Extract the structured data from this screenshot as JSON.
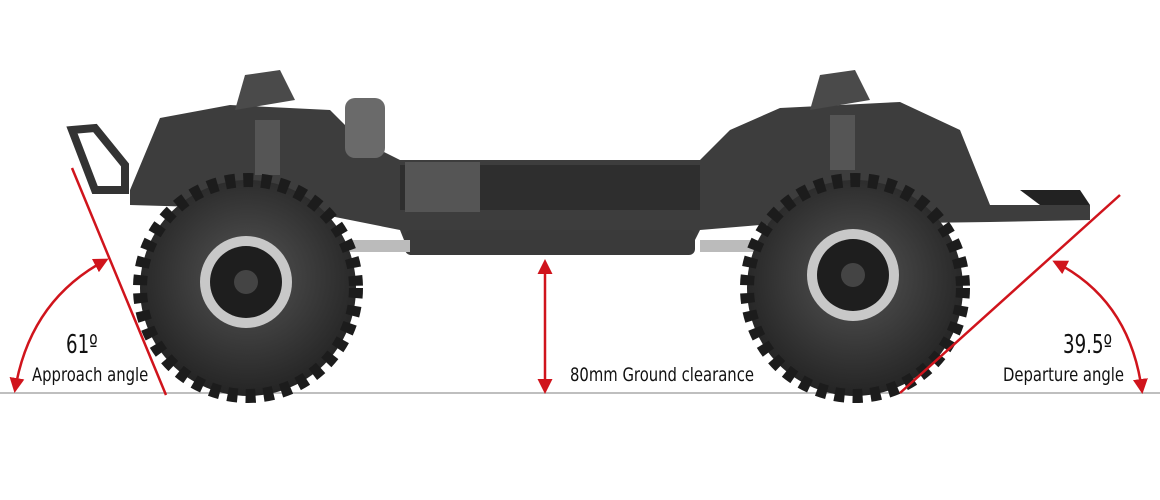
{
  "approach": {
    "angle": "61º",
    "label": "Approach angle"
  },
  "clearance": {
    "label": "80mm Ground clearance"
  },
  "departure": {
    "angle": "39.5º",
    "label": "Departure angle"
  },
  "colors": {
    "annotation": "#d0141c",
    "ground": "#aaaaaa",
    "chassis": "#3a3a3a",
    "tire": "#2a2a2a",
    "rim": "#c8c8c8"
  }
}
